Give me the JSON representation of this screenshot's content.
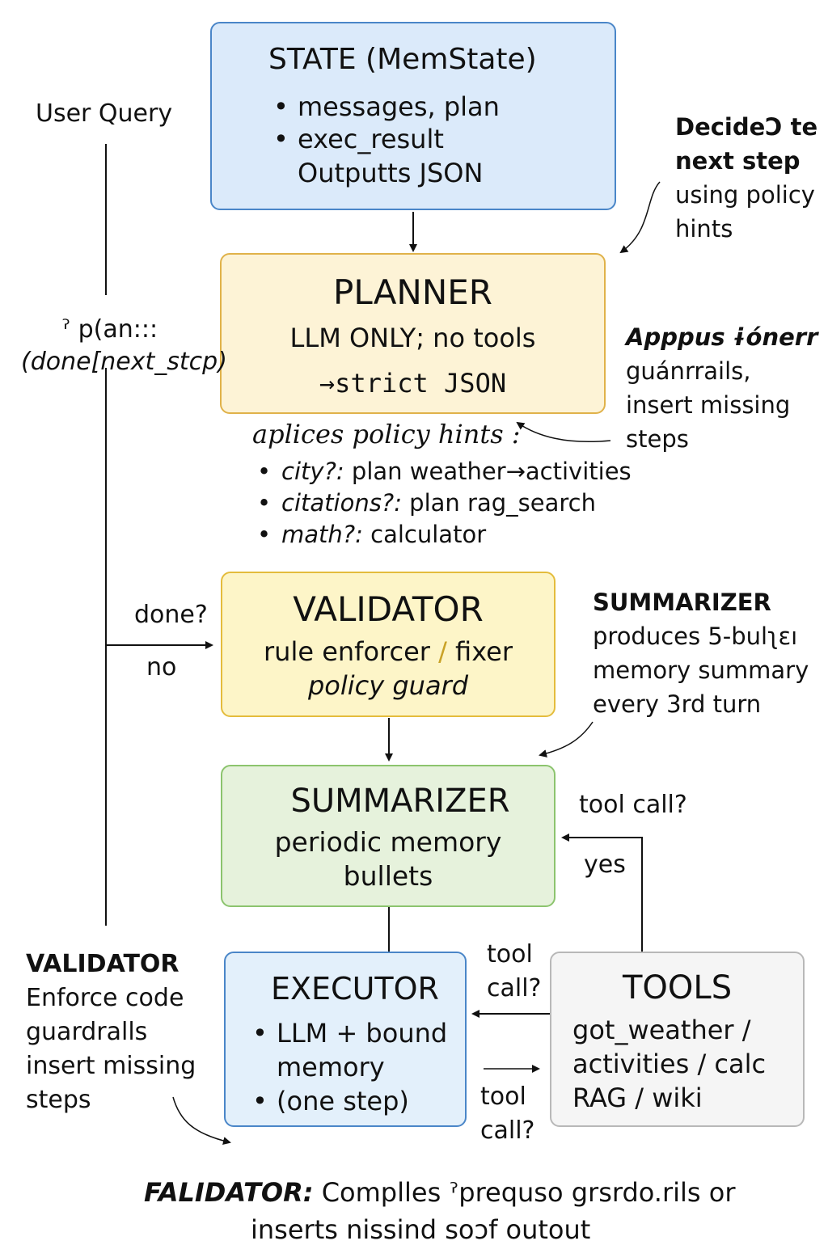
{
  "state": {
    "title": "STATE (MemState)",
    "bullets": [
      "messages, plan",
      "exec_result"
    ],
    "extra": "Outputts JSON",
    "fill": "#dbeafa",
    "border": "#4a86c8"
  },
  "user_query": "User Query",
  "decide_note": [
    "DecideƆ te",
    "next step",
    "using policy",
    "hints"
  ],
  "planner": {
    "title": "PLANNER",
    "line1": "LLM ONLY; no tools",
    "line2": "→strict JSON",
    "fill": "#fdf3d6",
    "border": "#e0b24a"
  },
  "plan_label": [
    "ˀ p(an:::",
    "(done[next_stcp)"
  ],
  "applies_note": [
    "Apppus ɨónerr",
    "guánrrails,",
    "insert missing",
    "steps"
  ],
  "policy_hints": {
    "heading": "aplices policy hints :",
    "items": [
      {
        "key": "city?:",
        "text": " plan weather→activities"
      },
      {
        "key": "citations?:",
        "text": " plan rag_search"
      },
      {
        "key": "math?:",
        "text": " calculator"
      }
    ]
  },
  "validator": {
    "title": "VALIDATOR",
    "line1a": "rule enforcer ",
    "slash": "/",
    "line1b": " fixer",
    "line2": "policy guard",
    "fill": "#fdf5c8",
    "border": "#e4bc3c"
  },
  "done_label": "done?",
  "no_label": "no",
  "summ_note": [
    "SUMMARIZER",
    "produces 5-bulʅɛı",
    "memory summary",
    "every 3rd turn"
  ],
  "summarizer": {
    "title": "SUMMARIZER",
    "line1": "periodic memory",
    "line2": "bullets",
    "fill": "#e6f2dc",
    "border": "#8cc46e"
  },
  "tool_call_top": "tool call?",
  "yes_label": "yes",
  "validator_note": [
    "VALIDATOR",
    "Enforce code",
    "guardralls",
    "insert missing",
    "steps"
  ],
  "executor": {
    "title": "EXECUTOR",
    "bullet1a": "LLM + bound",
    "bullet1b": "memory",
    "bullet2": "(one step)",
    "fill": "#e3f0fb",
    "border": "#4a86c8"
  },
  "tool_call_mid": [
    "tool",
    "call?"
  ],
  "tool_call_low": [
    "tool",
    "call?"
  ],
  "tools": {
    "title": "TOOLS",
    "lines": [
      "got_weather /",
      "activities / calc",
      "RAG / wiki"
    ],
    "fill": "#f5f5f5",
    "border": "#b8b8b8"
  },
  "footer": {
    "lead": "FALIDATOR:",
    "rest": " Complles ˀprequso grsrdo.rils or",
    "line2": "inserts nissind soɔf outout"
  }
}
